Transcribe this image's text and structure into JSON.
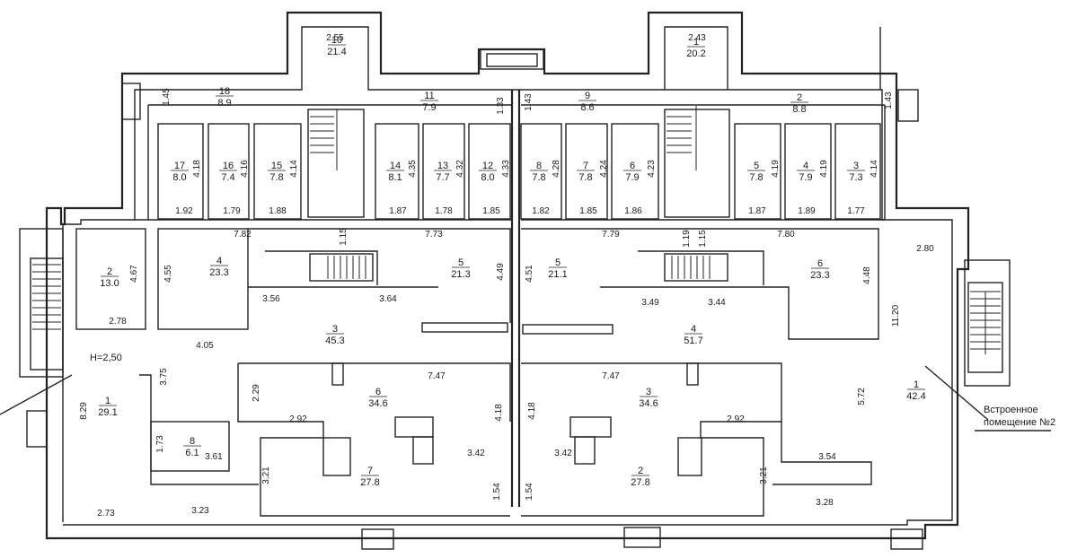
{
  "plan": {
    "annotation_label_line1": "Встроенное",
    "annotation_label_line2": "помещение №2",
    "ceiling_height": "H=2,50"
  },
  "rooms": [
    {
      "id": "left-top-10",
      "num": "10",
      "area": "21.4"
    },
    {
      "id": "left-top-18",
      "num": "18",
      "area": "8.9"
    },
    {
      "id": "left-top-11",
      "num": "11",
      "area": "7.9"
    },
    {
      "id": "left-top-17",
      "num": "17",
      "area": "8.0"
    },
    {
      "id": "left-top-16",
      "num": "16",
      "area": "7.4"
    },
    {
      "id": "left-top-15",
      "num": "15",
      "area": "7.8"
    },
    {
      "id": "left-top-14",
      "num": "14",
      "area": "8.1"
    },
    {
      "id": "left-top-13",
      "num": "13",
      "area": "7.7"
    },
    {
      "id": "left-top-12",
      "num": "12",
      "area": "8.0"
    },
    {
      "id": "right-top-1",
      "num": "1",
      "area": "20.2"
    },
    {
      "id": "right-top-9",
      "num": "9",
      "area": "8.6"
    },
    {
      "id": "right-top-2",
      "num": "2",
      "area": "8.8"
    },
    {
      "id": "right-top-8",
      "num": "8",
      "area": "7.8"
    },
    {
      "id": "right-top-7",
      "num": "7",
      "area": "7.8"
    },
    {
      "id": "right-top-6",
      "num": "6",
      "area": "7.9"
    },
    {
      "id": "right-top-5",
      "num": "5",
      "area": "7.8"
    },
    {
      "id": "right-top-4",
      "num": "4",
      "area": "7.9"
    },
    {
      "id": "right-top-3",
      "num": "3",
      "area": "7.3"
    },
    {
      "id": "left-mid-2",
      "num": "2",
      "area": "13.0"
    },
    {
      "id": "left-mid-4",
      "num": "4",
      "area": "23.3"
    },
    {
      "id": "left-mid-5",
      "num": "5",
      "area": "21.3"
    },
    {
      "id": "left-mid-3",
      "num": "3",
      "area": "45.3"
    },
    {
      "id": "left-mid-1",
      "num": "1",
      "area": "29.1"
    },
    {
      "id": "left-mid-8",
      "num": "8",
      "area": "6.1"
    },
    {
      "id": "left-mid-6",
      "num": "6",
      "area": "34.6"
    },
    {
      "id": "left-mid-7",
      "num": "7",
      "area": "27.8"
    },
    {
      "id": "right-mid-5",
      "num": "5",
      "area": "21.1"
    },
    {
      "id": "right-mid-6",
      "num": "6",
      "area": "23.3"
    },
    {
      "id": "right-mid-4",
      "num": "4",
      "area": "51.7"
    },
    {
      "id": "right-mid-3",
      "num": "3",
      "area": "34.6"
    },
    {
      "id": "right-mid-2",
      "num": "2",
      "area": "27.8"
    },
    {
      "id": "right-mid-1",
      "num": "1",
      "area": "42.4"
    }
  ],
  "dimensions": [
    "2.55",
    "2.43",
    "1.45",
    "1.33",
    "1.43",
    "1.43",
    "4.18",
    "4.16",
    "4.14",
    "4.35",
    "4.32",
    "4.33",
    "4.28",
    "4.24",
    "4.23",
    "4.19",
    "4.19",
    "4.14",
    "1.92",
    "1.79",
    "1.88",
    "1.87",
    "1.78",
    "1.85",
    "1.82",
    "1.85",
    "1.86",
    "1.87",
    "1.89",
    "1.77",
    "7.82",
    "1.15",
    "7.73",
    "7.79",
    "1.19",
    "1.15",
    "7.80",
    "4.67",
    "4.55",
    "4.49",
    "4.51",
    "4.48",
    "2.80",
    "3.56",
    "3.64",
    "3.49",
    "3.44",
    "2.78",
    "4.05",
    "11.20",
    "3.75",
    "7.47",
    "7.47",
    "2.29",
    "4.18",
    "4.18",
    "5.72",
    "8.29",
    "2.92",
    "2.92",
    "1.73",
    "3.61",
    "3.42",
    "3.42",
    "3.54",
    "3.21",
    "3.21",
    "1.54",
    "1.54",
    "2.73",
    "3.23",
    "3.28"
  ]
}
